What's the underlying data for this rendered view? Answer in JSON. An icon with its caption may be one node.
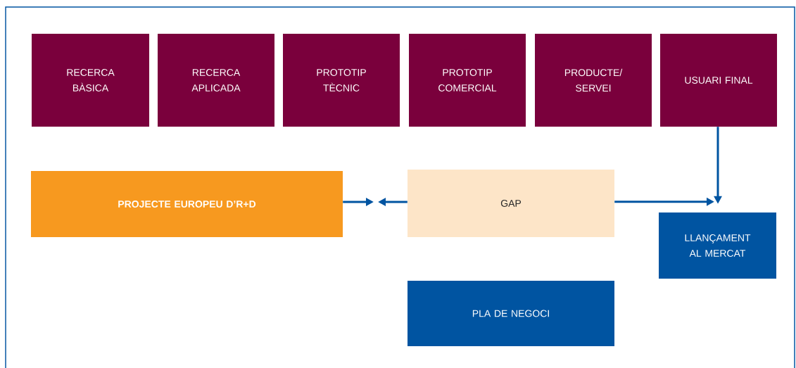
{
  "diagram": {
    "nodes": [
      {
        "text": [
          "RECERCA BÀSICA"
        ]
      },
      {
        "text": [
          "RECERCA APLICADA"
        ]
      },
      {
        "text": [
          "PROTOTIP TÈCNIC"
        ]
      },
      {
        "text": [
          "PROTOTIP COMERCIAL"
        ]
      },
      {
        "text": [
          "PRODUCTE/ SERVEI"
        ]
      },
      {
        "text": [
          "USUARI FINAL"
        ]
      },
      {
        "text": [
          "PROJECTE EUROPEU D’R+D"
        ]
      },
      {
        "text": [
          "GAP"
        ]
      },
      {
        "text": [
          "LLANÇAMENT AL MERCAT"
        ]
      },
      {
        "text": [
          "PLA DE NEGOCI"
        ]
      }
    ],
    "edges": [
      {
        "from": 6,
        "to": null,
        "arrow": "to"
      },
      {
        "from": 7,
        "to": null,
        "arrow": "to"
      },
      {
        "from": 7,
        "to": 8,
        "arrow": "to"
      },
      {
        "from": 5,
        "to": 8,
        "arrow": "to"
      }
    ]
  }
}
